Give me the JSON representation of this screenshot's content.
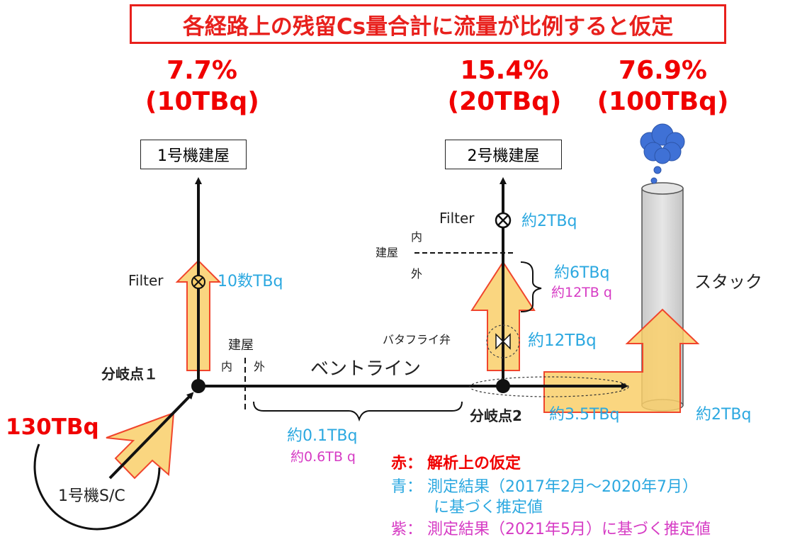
{
  "title": "各経路上の残留Cs量合計に流量が比例すると仮定",
  "percentages": {
    "unit1": {
      "pct": "7.7%",
      "amount": "(10TBq)"
    },
    "unit2": {
      "pct": "15.4%",
      "amount": "(20TBq)"
    },
    "stack": {
      "pct": "76.9%",
      "amount": "(100TBq)"
    }
  },
  "buildings": {
    "unit1_building": "1号機建屋",
    "unit2_building": "2号機建屋"
  },
  "labels": {
    "filter1": "Filter",
    "filter1_value": "10数TBq",
    "filter2": "Filter",
    "filter2_value": "約2TBq",
    "building_inside_outside_1": {
      "building": "建屋",
      "inside": "内",
      "outside": "外"
    },
    "building_inside_outside_2": {
      "building": "建屋",
      "inside": "内",
      "outside": "外"
    },
    "unit2_upper_blue": "約6TBq",
    "unit2_upper_mag": "約12TB q",
    "butterfly_valve": "バタフライ弁",
    "butterfly_value": "約12TBq",
    "stack_label": "スタック",
    "branch1": "分岐点１",
    "branch2": "分岐点2",
    "vent_line": "ベントライン",
    "vent_blue": "約0.1TBq",
    "vent_mag": "約0.6TB q",
    "branch2_value": "約3.5TBq",
    "stack_value": "約2TBq",
    "source": "130TBq",
    "sc_label": "1号機S/C"
  },
  "legend": {
    "red_key": "赤：",
    "red_text": "解析上の仮定",
    "blue_key": "青：",
    "blue_text_1": "測定結果（2017年2月〜2020年7月）",
    "blue_text_2": "に基づく推定値",
    "purple_key": "紫：",
    "purple_text": "測定結果（2021年5月）に基づく推定値"
  },
  "colors": {
    "title_red": "#e8201c",
    "flow_arrow_fill": "#f9cf6a",
    "flow_arrow_stroke": "#f0452c",
    "blue": "#2ba8e0",
    "magenta": "#d63bc4",
    "cloud": "#3f71d6"
  }
}
